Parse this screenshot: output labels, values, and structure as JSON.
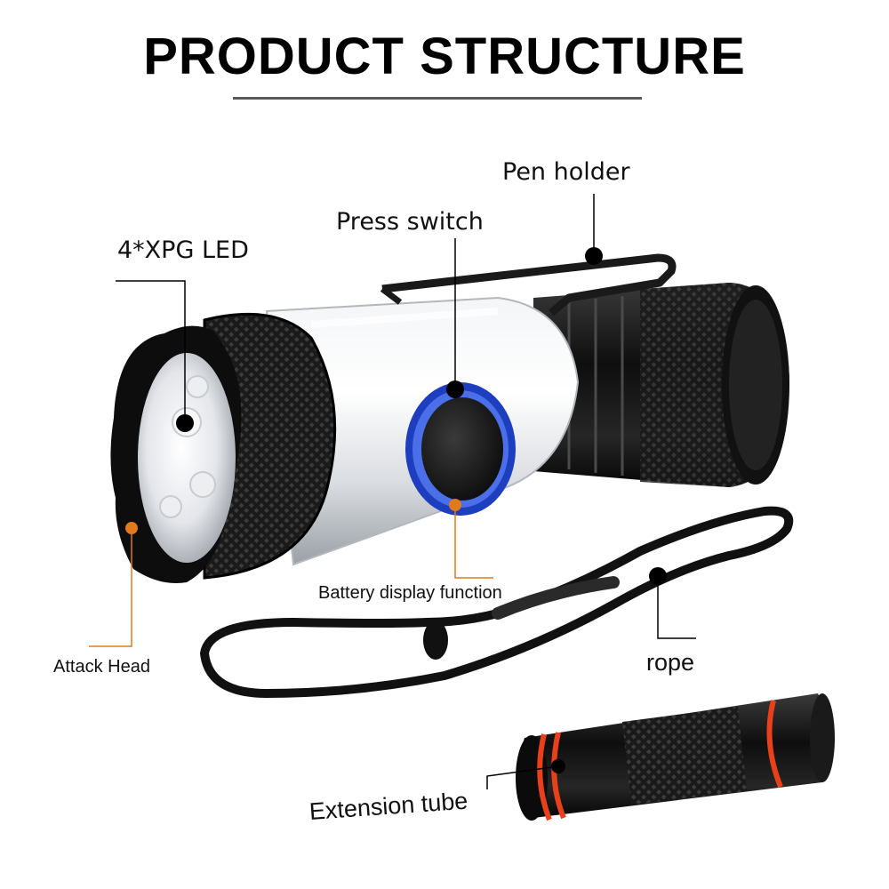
{
  "title": "PRODUCT STRUCTURE",
  "labels": {
    "pen_holder": "Pen holder",
    "press_switch": "Press switch",
    "led": "4*XPG LED",
    "battery_display": "Battery display function",
    "attack_head": "Attack Head",
    "rope": "rope",
    "extension_tube": "Extension tube"
  },
  "colors": {
    "title_rule": "#5a5a5a",
    "callout_black": "#000000",
    "callout_orange": "#e07a1a",
    "switch_ring": "#2a4fd0",
    "tube_ring": "#e8401a"
  }
}
